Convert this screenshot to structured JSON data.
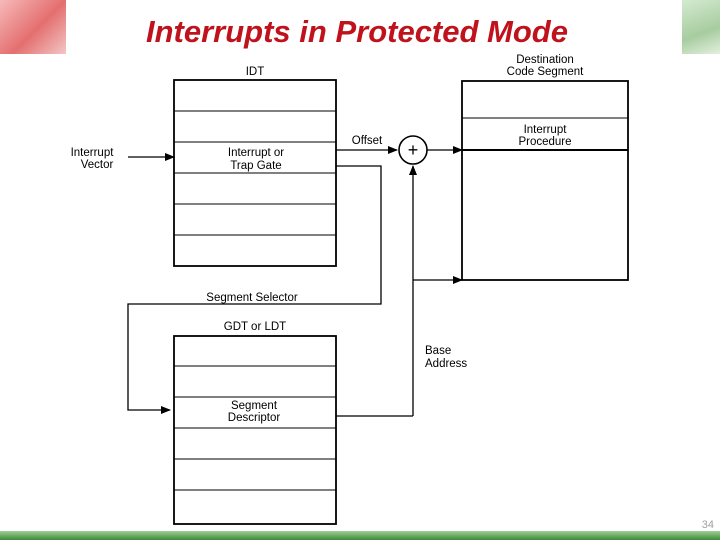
{
  "title": "Interrupts in Protected Mode",
  "page_number": "34",
  "labels": {
    "idt": "IDT",
    "destination_line1": "Destination",
    "destination_line2": "Code Segment",
    "interrupt_vector_line1": "Interrupt",
    "interrupt_vector_line2": "Vector",
    "gate_line1": "Interrupt or",
    "gate_line2": "Trap Gate",
    "offset": "Offset",
    "procedure_line1": "Interrupt",
    "procedure_line2": "Procedure",
    "segment_selector": "Segment Selector",
    "gdt_ldt": "GDT or LDT",
    "descriptor_line1": "Segment",
    "descriptor_line2": "Descriptor",
    "base_line1": "Base",
    "base_line2": "Address",
    "plus": "+"
  },
  "colors": {
    "title": "#c0121c",
    "accent_green": "#3e8a38",
    "accent_red": "#e46f6f"
  }
}
